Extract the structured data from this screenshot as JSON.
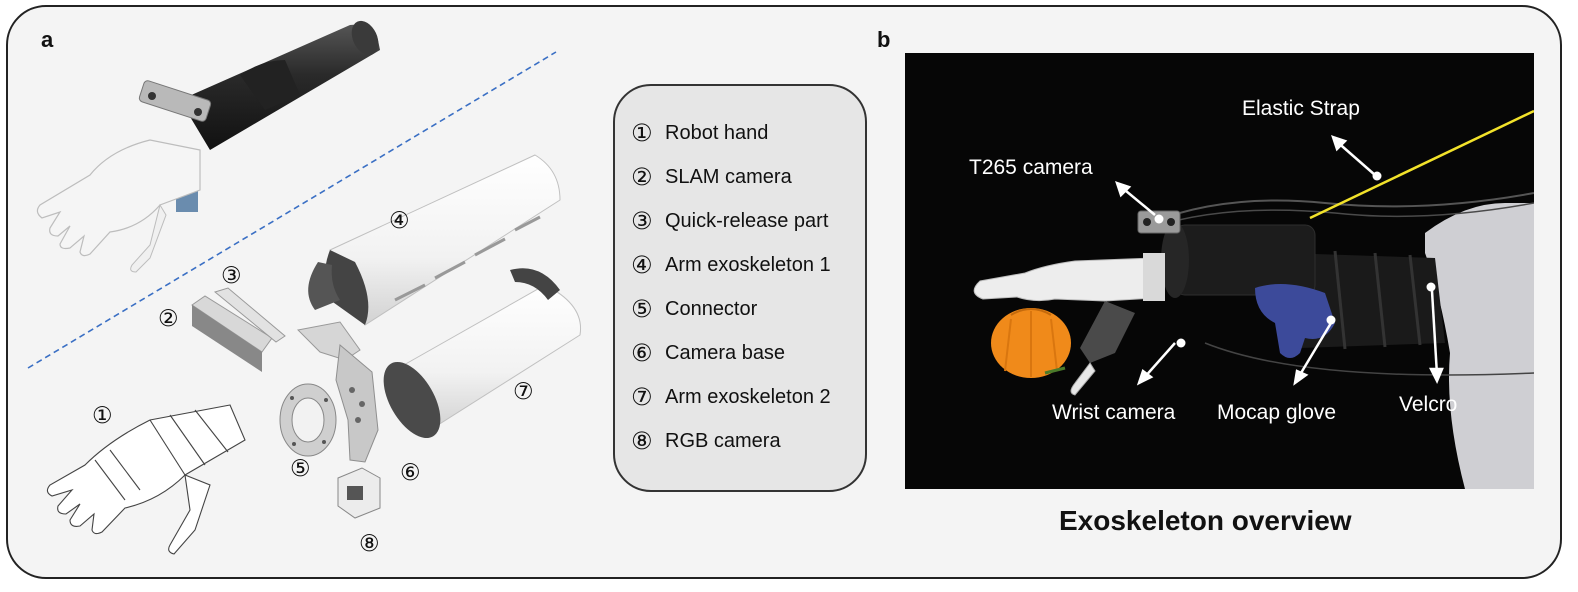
{
  "panels": {
    "a": "a",
    "b": "b"
  },
  "exploded_numbers": [
    "①",
    "②",
    "③",
    "④",
    "⑤",
    "⑥",
    "⑦",
    "⑧"
  ],
  "legend": [
    {
      "marker": "①",
      "label": "Robot hand"
    },
    {
      "marker": "②",
      "label": "SLAM camera"
    },
    {
      "marker": "③",
      "label": "Quick-release part"
    },
    {
      "marker": "④",
      "label": "Arm exoskeleton 1"
    },
    {
      "marker": "⑤",
      "label": "Connector"
    },
    {
      "marker": "⑥",
      "label": "Camera base"
    },
    {
      "marker": "⑦",
      "label": "Arm exoskeleton 2"
    },
    {
      "marker": "⑧",
      "label": "RGB camera"
    }
  ],
  "photo_labels": {
    "elastic_strap": "Elastic Strap",
    "t265_camera": "T265 camera",
    "wrist_camera": "Wrist camera",
    "mocap_glove": "Mocap glove",
    "velcro": "Velcro"
  },
  "caption": "Exoskeleton overview",
  "colors": {
    "frame_bg": "#f4f4f4",
    "legend_bg": "#e6e6e6",
    "dashed_line": "#3a6fc4",
    "strap": "#f2e22a",
    "pumpkin": "#f08a1a"
  }
}
